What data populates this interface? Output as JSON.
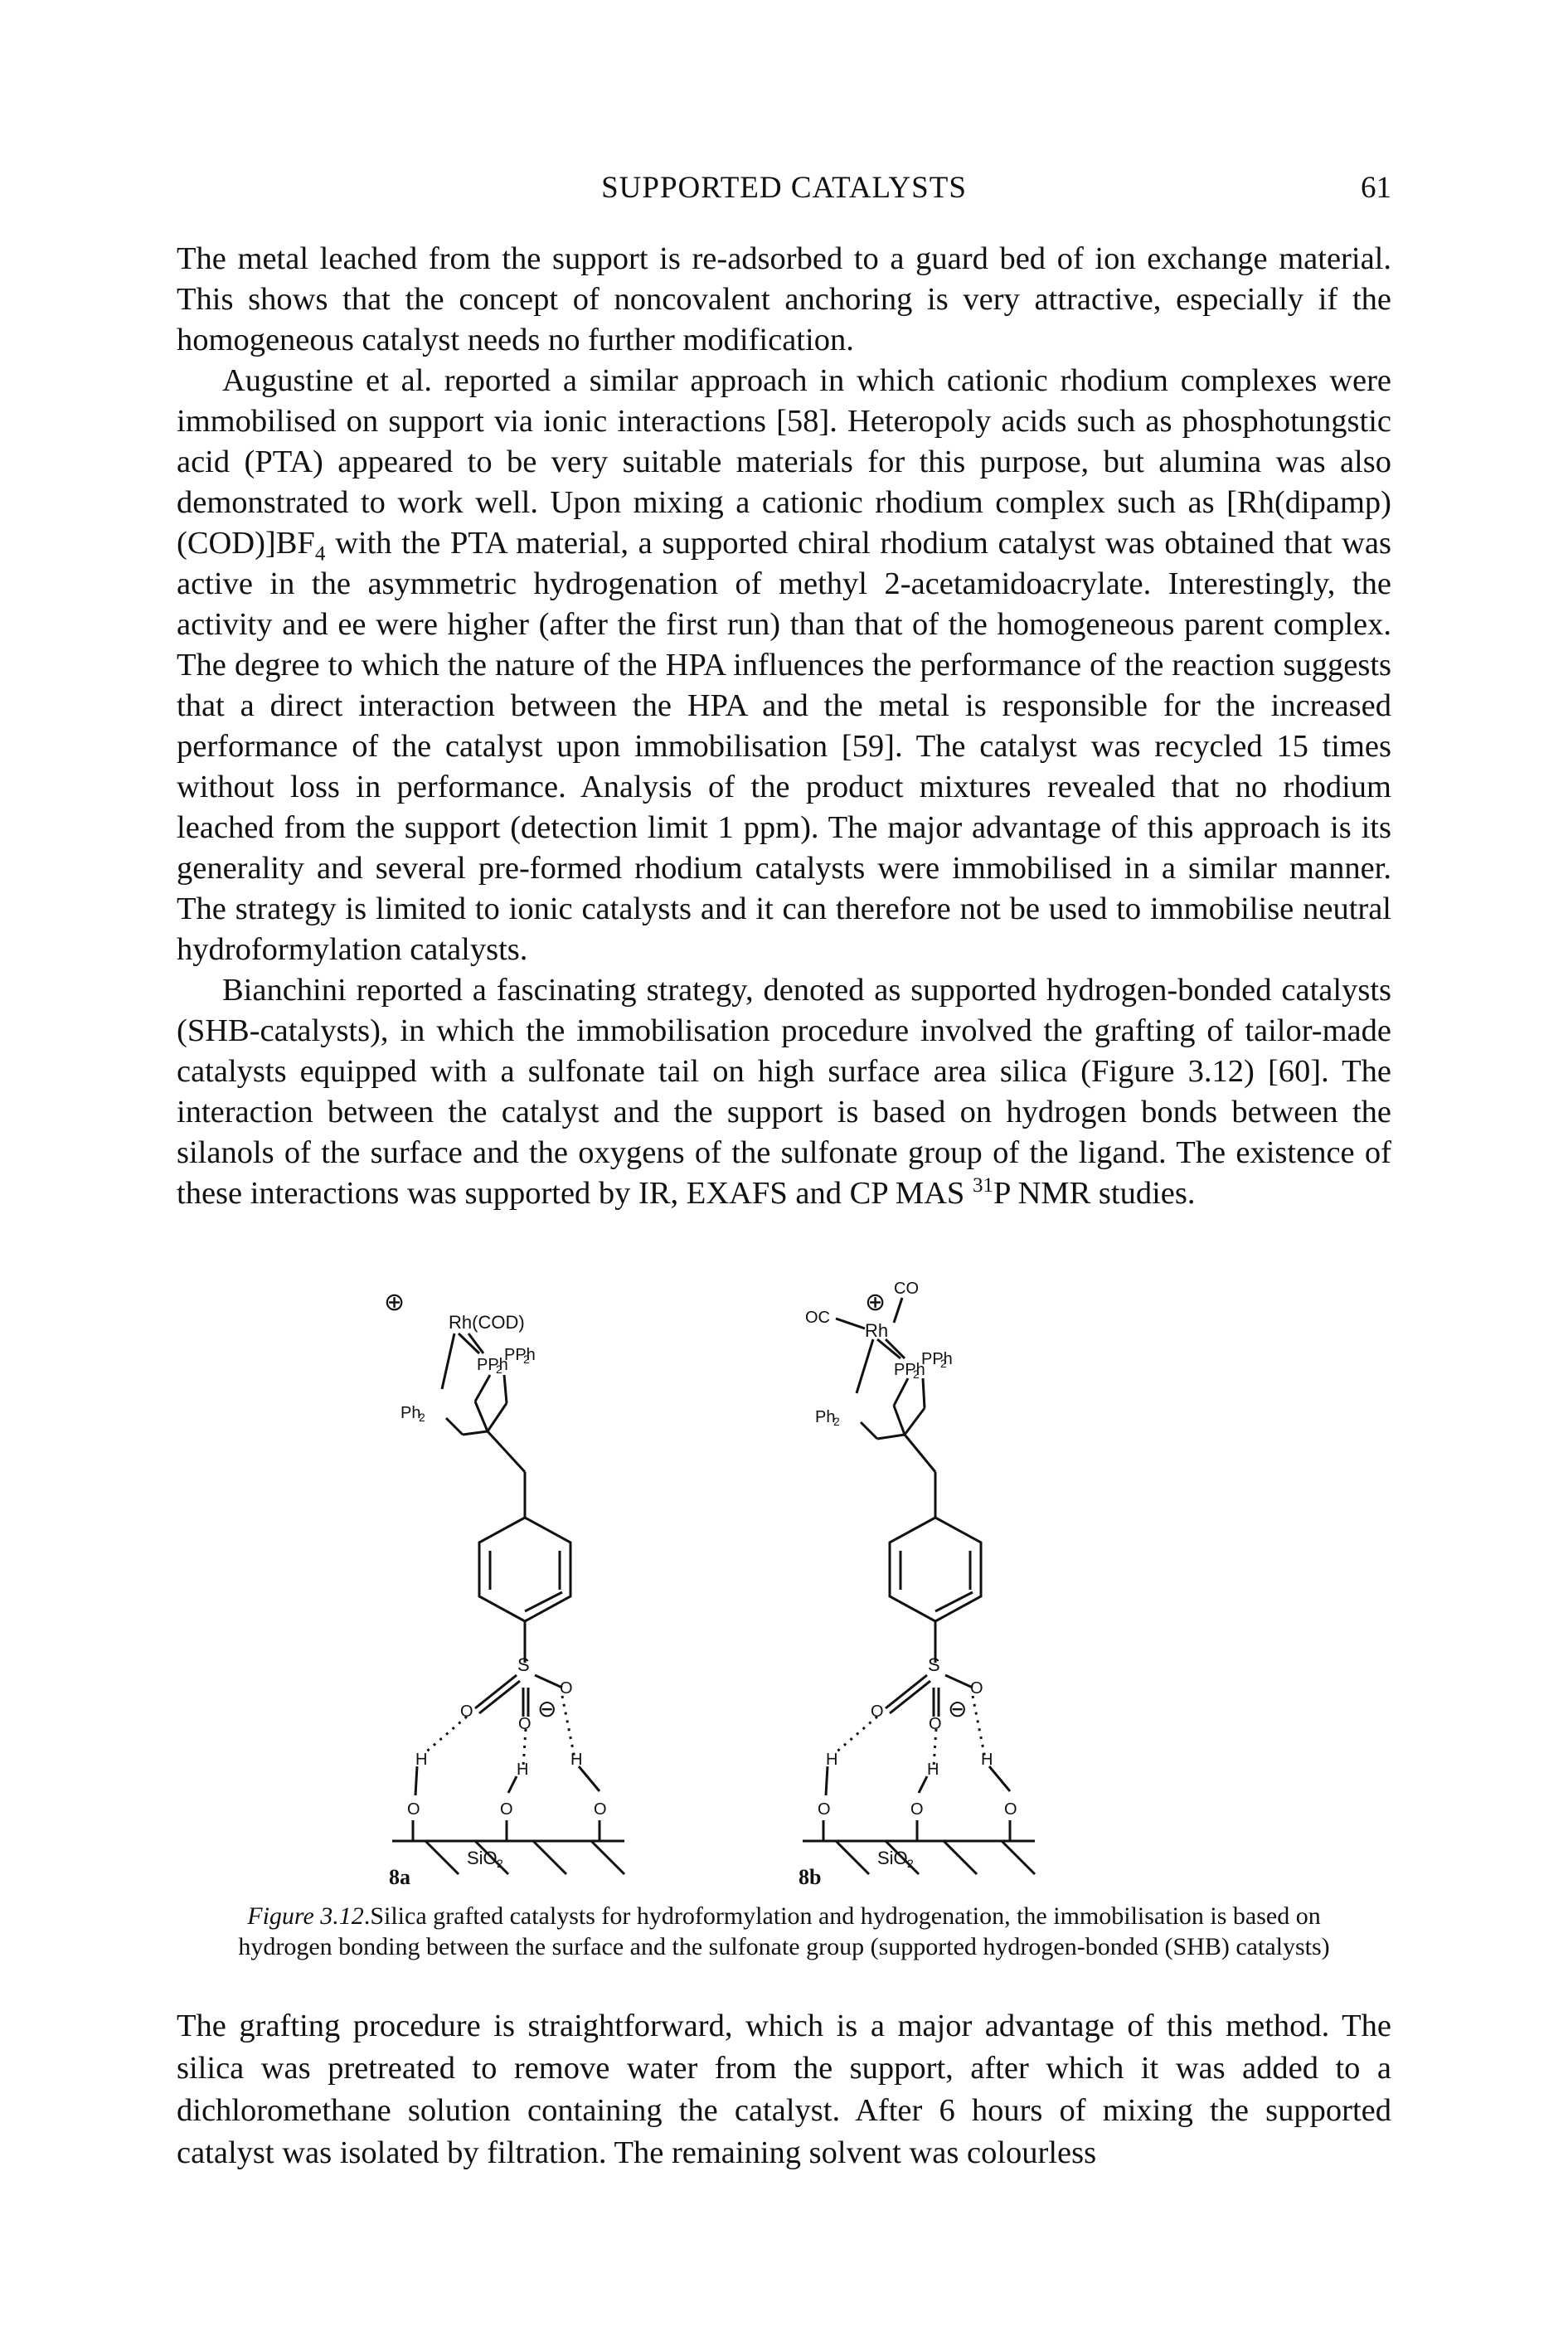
{
  "header": {
    "running_head": "SUPPORTED CATALYSTS",
    "page_number": "61"
  },
  "paragraphs": {
    "p1": "The metal leached from the support is re-adsorbed to a guard bed of ion exchange material. This shows that the concept of noncovalent anchoring is very attractive, especially if the homogeneous catalyst needs no further modification.",
    "p2_a": "Augustine et al. reported a similar approach in which cationic rhodium complexes were immobilised on support via ionic interactions [58]. Heteropoly acids such as phosphotungstic acid (PTA) appeared to be very suitable materials for this purpose, but alumina was also demonstrated to work well. Upon mixing a cationic rhodium complex such as [Rh(dipamp)(COD)]BF",
    "p2_sub": "4",
    "p2_b": " with the PTA material, a supported chiral rhodium catalyst was obtained that was active in the asymmetric hydrogenation of methyl 2-acetamidoacrylate. Interestingly, the activity and ee were higher (after the first run) than that of the homogeneous parent complex. The degree to which the nature of the HPA influences the performance of the reaction suggests that a direct interaction between the HPA and the metal is responsible for the increased performance of the catalyst upon immobilisation [59]. The catalyst was recycled 15 times without loss in performance. Analysis of the product mixtures revealed that no rhodium leached from the support (detection limit 1 ppm). The major advantage of this approach is its generality and several pre-formed rhodium catalysts were immobilised in a similar manner. The strategy is limited to ionic catalysts and it can therefore not be used to immobilise neutral hydroformylation catalysts.",
    "p3_a": "Bianchini reported a fascinating strategy, denoted as supported hydrogen-bonded catalysts (SHB-catalysts), in which the immobilisation procedure involved the grafting of tailor-made catalysts equipped with a sulfonate tail on high surface area silica (Figure 3.12) [60]. The interaction between the catalyst and the support is based on hydrogen bonds between the silanols of the surface and the oxygens of the sulfonate group of the ligand. The existence of these interactions was supported by IR, EXAFS and CP MAS ",
    "p3_sup": "31",
    "p3_b": "P NMR studies.",
    "p4": "The grafting procedure is straightforward, which is a major advantage of this method. The silica was pretreated to remove water from the support, after which it was added to a dichloromethane solution containing the catalyst. After 6 hours of mixing the supported catalyst was isolated by filtration. The remaining solvent was colourless"
  },
  "figure": {
    "label_8a": "8a",
    "label_8b": "8b",
    "rh_cod": "Rh(COD)",
    "rh": "Rh",
    "co": "CO",
    "oc": "OC",
    "pph2": "PPh",
    "ph2p": "Ph",
    "two": "2",
    "s": "S",
    "o": "O",
    "h": "H",
    "sio2": "SiO",
    "plus": "⊕",
    "minus": "⊖"
  },
  "caption": {
    "label": "Figure 3.12",
    "text": ".Silica grafted catalysts for hydroformylation and hydrogenation, the immobilisation is based on hydrogen bonding between the surface and the sulfonate group (supported hydrogen-bonded (SHB) catalysts)"
  }
}
